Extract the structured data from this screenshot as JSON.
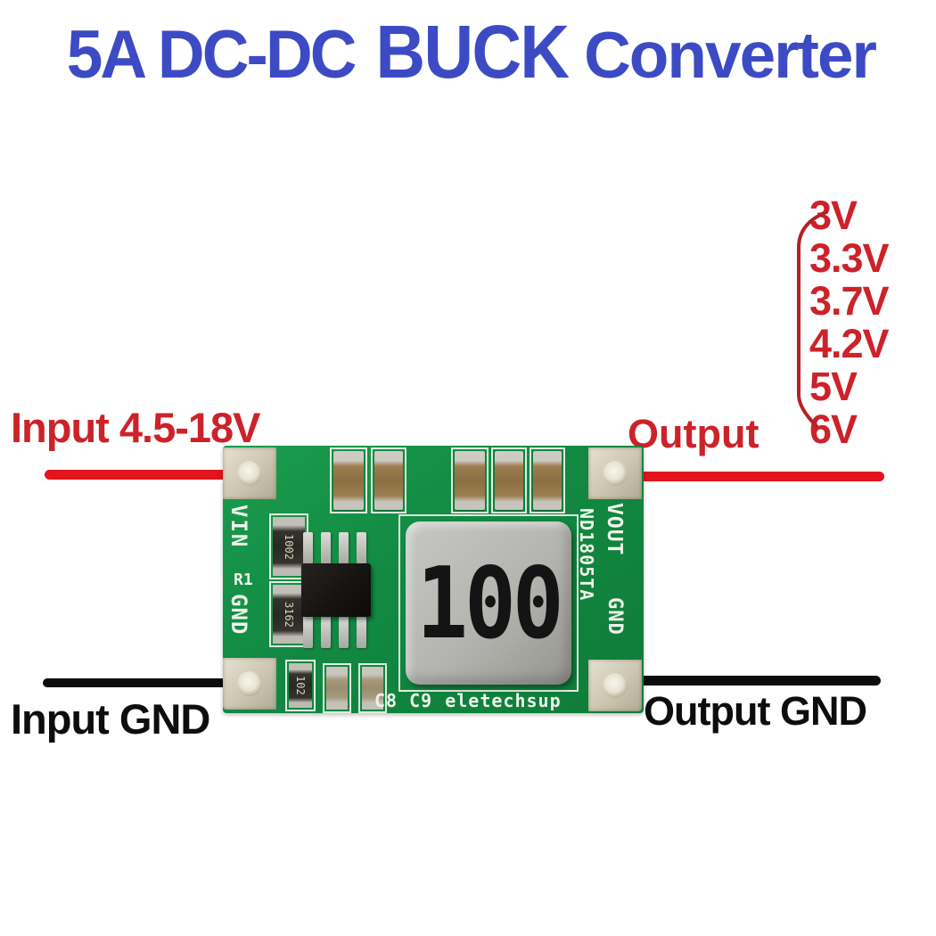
{
  "title": {
    "part1": "5A DC-DC",
    "part2": "BUCK",
    "part3": "Converter",
    "color": "#3c4bc4"
  },
  "output_voltages": [
    "3V",
    "3.3V",
    "3.7V",
    "4.2V",
    "5V",
    "6V"
  ],
  "annotations": {
    "input_label": "Input 4.5-18V",
    "output_label": "Output",
    "input_gnd_label": "Input GND",
    "output_gnd_label": "Output GND",
    "red_color": "#cc2229",
    "line_red_color": "#e3141c",
    "black_color": "#0d0d0d"
  },
  "board": {
    "silkscreen": {
      "vin": "VIN",
      "gnd_left": "GND",
      "r1": "R1",
      "part_number": "ND1805TA",
      "vout": "VOUT",
      "gnd_right": "GND",
      "cap_labels": "C8 C9",
      "brand": "eletechsup"
    },
    "markings": {
      "inductor": "100",
      "resistor_top": "1002",
      "resistor_bottom": "3162",
      "resistor_small": "102"
    },
    "colors": {
      "pcb_green": "#128943",
      "pad_silver": "#d9d4c2",
      "inductor_gray": "#b3b4af",
      "capacitor_tan": "#9b7d50",
      "ic_black": "#1a1818",
      "silkscreen_white": "#eef4ea"
    }
  }
}
